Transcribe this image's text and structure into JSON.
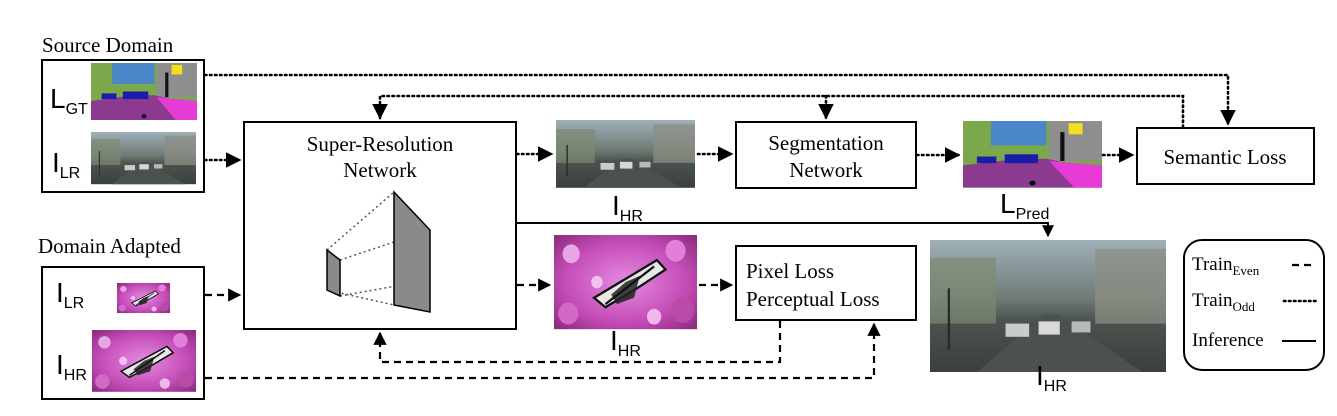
{
  "source_domain": {
    "title": "Source Domain",
    "label_gt": {
      "main": "L",
      "sub": "GT"
    },
    "label_lr": {
      "main": "I",
      "sub": "LR"
    }
  },
  "domain_adapted": {
    "title": "Domain Adapted",
    "label_lr": {
      "main": "I",
      "sub": "LR"
    },
    "label_hr": {
      "main": "I",
      "sub": "HR"
    }
  },
  "sr_network": {
    "line1": "Super-Resolution",
    "line2": "Network"
  },
  "seg_network": {
    "line1": "Segmentation",
    "line2": "Network"
  },
  "semantic_loss": "Semantic Loss",
  "pixel_loss": {
    "line1": "Pixel Loss",
    "line2": "Perceptual Loss"
  },
  "outputs": {
    "sr_street": {
      "main": "I",
      "sub": "HR"
    },
    "pred": {
      "main": "L",
      "sub": "Pred"
    },
    "sr_butterfly": {
      "main": "I",
      "sub": "HR"
    },
    "inference_out": {
      "main": "I",
      "sub": "HR"
    }
  },
  "legend": {
    "train_even": {
      "main": "Train",
      "sub": "Even"
    },
    "train_odd": {
      "main": "Train",
      "sub": "Odd"
    },
    "inference": "Inference"
  },
  "colors": {
    "seg_purple": "#8b3a8f",
    "seg_magenta": "#e63bd6",
    "seg_sky": "#4a86c8",
    "seg_car": "#1c1caa",
    "seg_veg": "#7aa84a",
    "seg_sign": "#f2e020",
    "flower_pink": "#d460c8",
    "street_gray": "#5f6668"
  }
}
